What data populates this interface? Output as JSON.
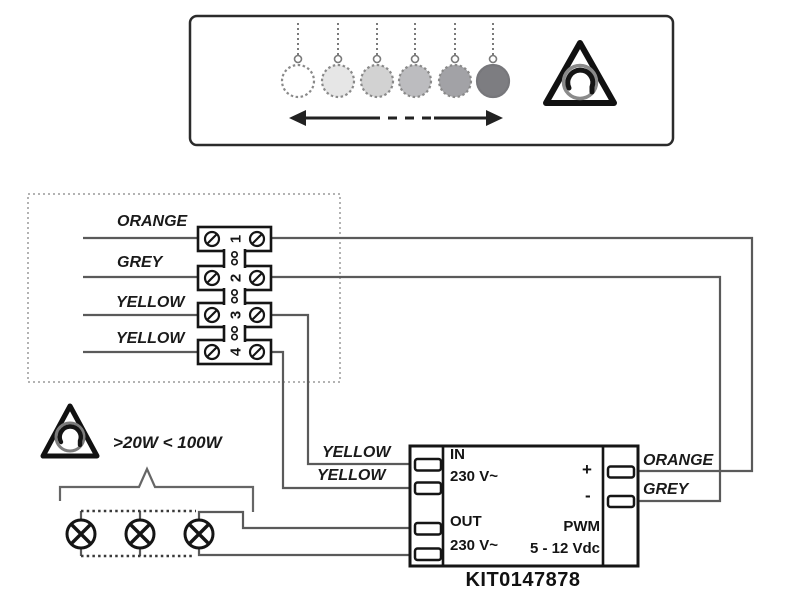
{
  "top_panel": {
    "lamps": [
      {
        "color": "#ffffff"
      },
      {
        "color": "#e6e6e6"
      },
      {
        "color": "#d2d2d2"
      },
      {
        "color": "#bcbcbf"
      },
      {
        "color": "#a2a2a6"
      },
      {
        "color": "#7d7d81"
      }
    ]
  },
  "terminal_block": {
    "terminals": [
      {
        "number": "1",
        "wire_label": "ORANGE"
      },
      {
        "number": "2",
        "wire_label": "GREY"
      },
      {
        "number": "3",
        "wire_label": "YELLOW"
      },
      {
        "number": "4",
        "wire_label": "YELLOW"
      }
    ]
  },
  "load": {
    "power_rating": ">20W < 100W",
    "lamp_count": 3
  },
  "driver": {
    "in_label": "IN",
    "in_voltage": "230 V~",
    "out_label": "OUT",
    "out_voltage": "230 V~",
    "plus_label": "+",
    "minus_label": "-",
    "pwm_label": "PWM",
    "pwm_range": "5 - 12 Vdc",
    "model": "KIT0147878",
    "input_wire_labels": [
      {
        "label": "YELLOW"
      },
      {
        "label": "YELLOW"
      }
    ],
    "output_wire_labels": [
      {
        "label": "ORANGE"
      },
      {
        "label": "GREY"
      }
    ]
  },
  "colors": {
    "wire": "#5a5a5a",
    "outline": "#151515",
    "dashed_box": "#9a9a9a"
  }
}
